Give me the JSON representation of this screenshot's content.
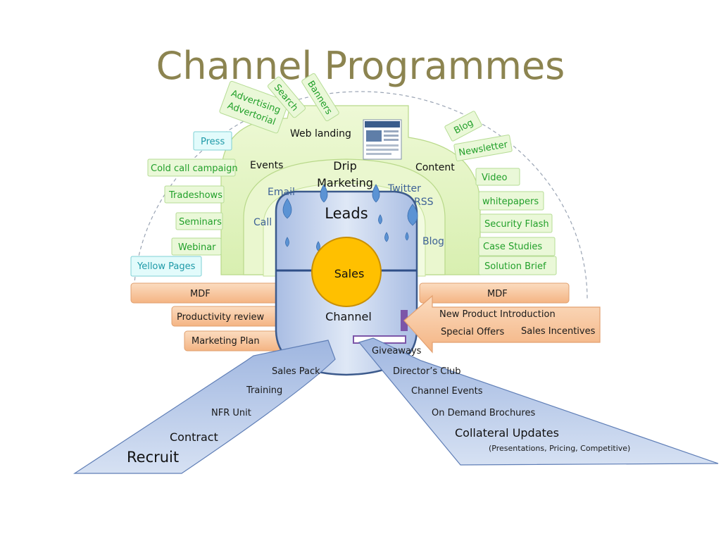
{
  "title": "Channel Programmes",
  "outer_tags_left": [
    "Press",
    "Cold call campaign",
    "Tradeshows",
    "Seminars",
    "Webinar",
    "Yellow Pages"
  ],
  "outer_tags_top": [
    "Advertising",
    "Advertorial",
    "Search",
    "Banners"
  ],
  "outer_tags_right": [
    "Blog",
    "Newsletter",
    "Video",
    "whitepapers",
    "Security Flash",
    "Case Studies",
    "Solution Brief"
  ],
  "arch_labels": {
    "web_landing": "Web landing",
    "events": "Events",
    "content": "Content",
    "drip_line1": "Drip",
    "drip_line2": "Marketing"
  },
  "inner_labels": [
    "Email",
    "Twitter",
    "RSS",
    "Call",
    "Blog"
  ],
  "core": {
    "leads": "Leads",
    "sales": "Sales",
    "channel": "Channel"
  },
  "bars": {
    "mdf_left": "MDF",
    "mdf_right": "MDF",
    "productivity": "Productivity review",
    "marketing_plan": "Marketing Plan"
  },
  "right_arrow": {
    "npi": "New Product Introduction",
    "special": "Special Offers",
    "incentives": "Sales Incentives"
  },
  "left_wedge": {
    "sales_pack": "Sales Pack",
    "training": "Training",
    "nfr": "NFR Unit",
    "contract": "Contract",
    "recruit": "Recruit"
  },
  "right_wedge": {
    "giveaways": "Giveaways",
    "directors": "Director’s Club",
    "events": "Channel Events",
    "brochures": "On Demand Brochures",
    "collateral": "Collateral Updates",
    "collateral_note": "(Presentations, Pricing, Competitive)"
  },
  "colors": {
    "title": "#8c8450",
    "green_tag": "#22a02a",
    "arch_fill": "#e6f5c5",
    "orange": "#f7c8a0",
    "blue_core": "#b9c9e6",
    "sales_fill": "#ffc000"
  }
}
